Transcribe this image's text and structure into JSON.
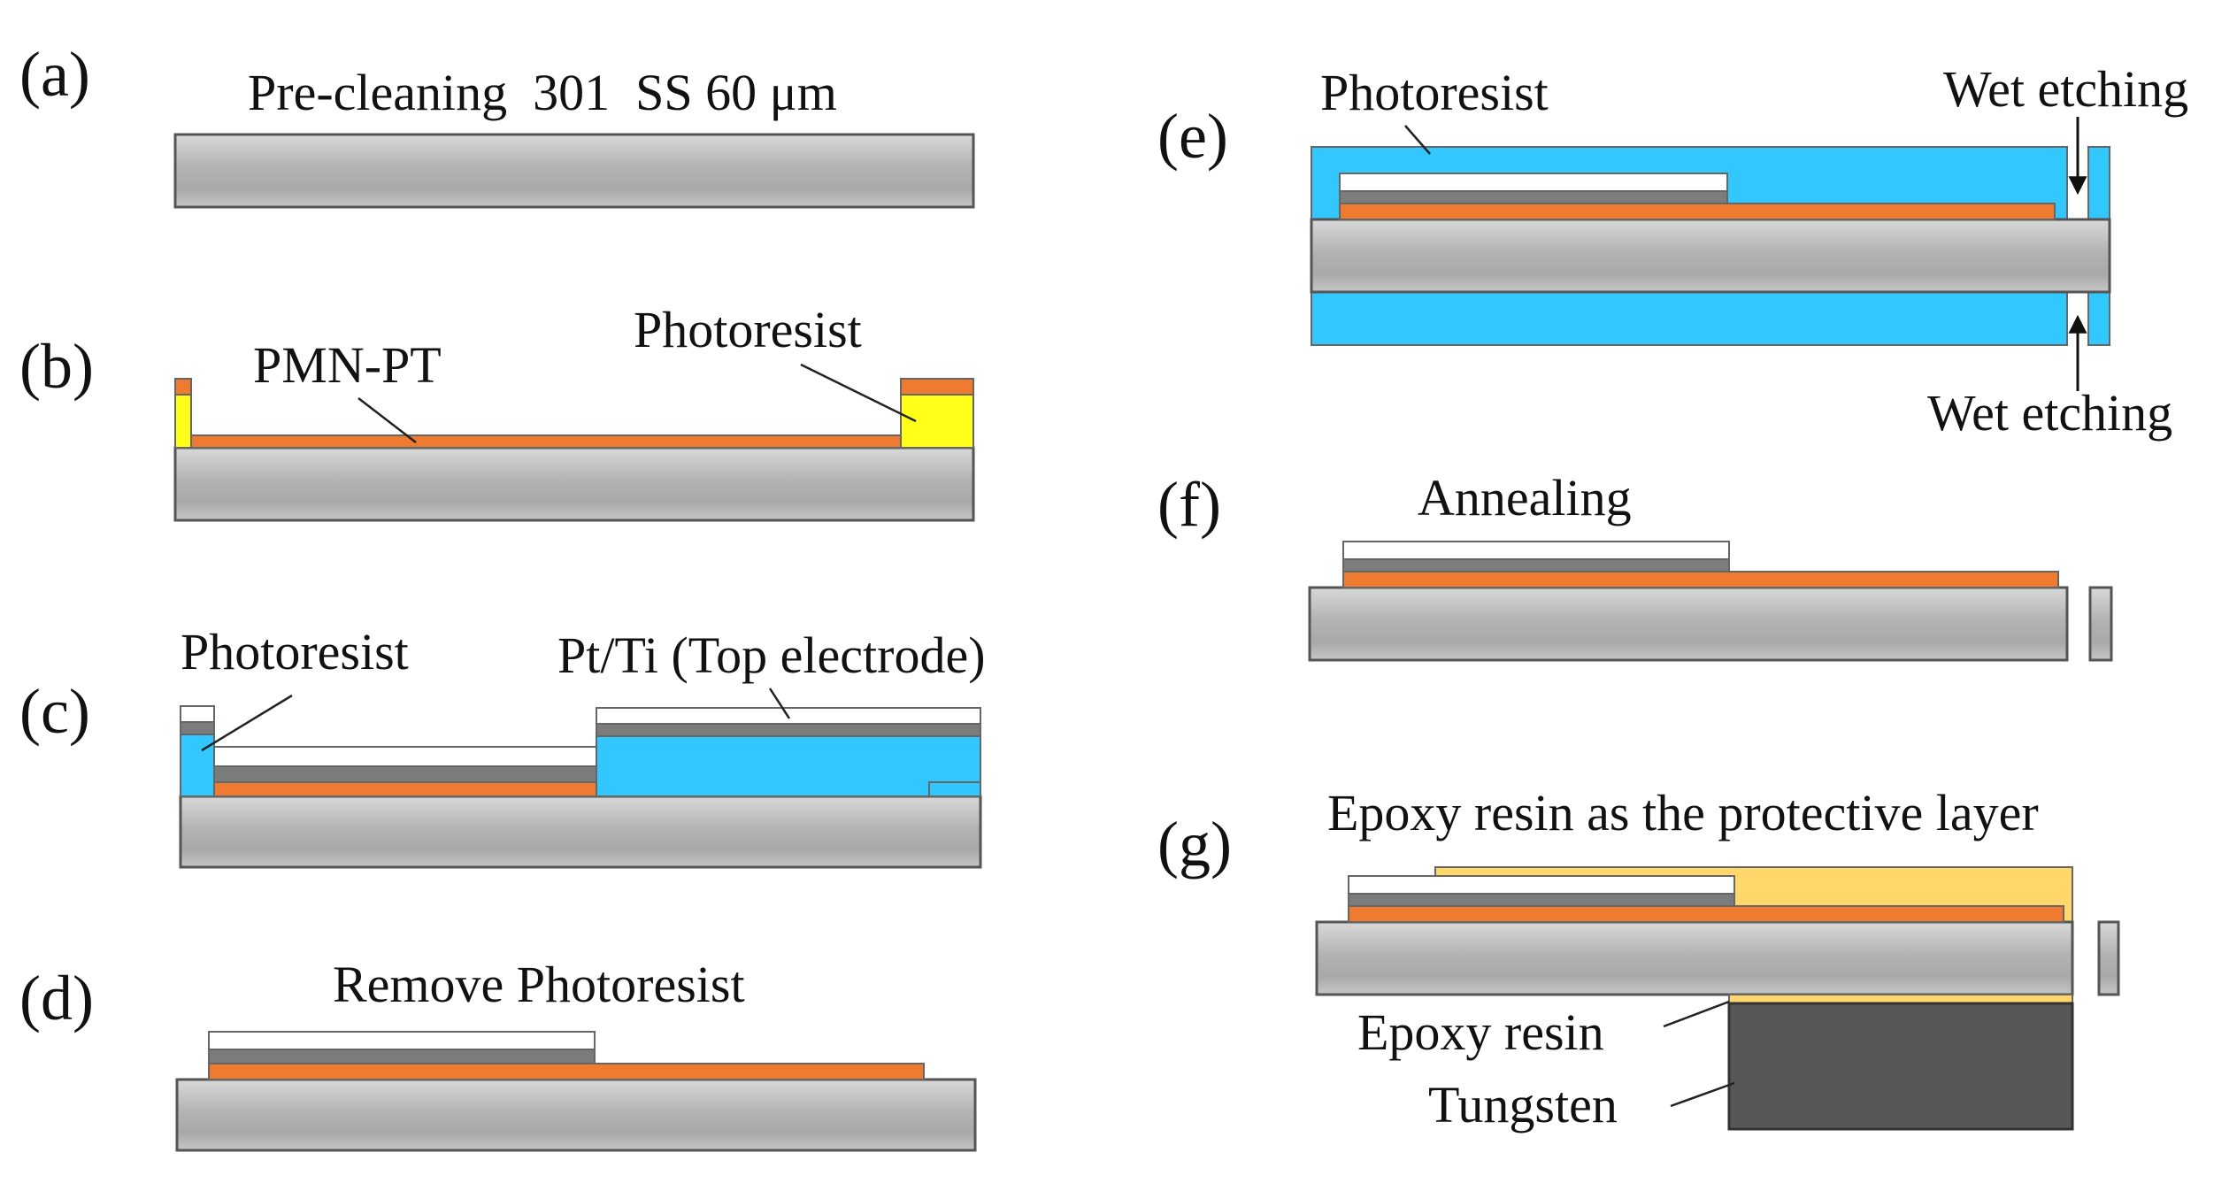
{
  "figure": {
    "colors": {
      "steel": "#b8b8b8",
      "pmn_pt": "#ee7b2f",
      "photoresist_yellow": "#ffff1a",
      "photoresist_blue": "#33c7ff",
      "electrode": "#ffffff",
      "titanium": "#7c7c7c",
      "epoxy": "#ffd76a",
      "tungsten": "#575757"
    },
    "steps": [
      {
        "id": "a",
        "label": "(a)",
        "captions": [
          "Pre-cleaning  301  SS 60 μm"
        ]
      },
      {
        "id": "b",
        "label": "(b)",
        "captions": [
          "PMN-PT",
          "Photoresist"
        ]
      },
      {
        "id": "c",
        "label": "(c)",
        "captions": [
          "Photoresist",
          "Pt/Ti (Top electrode)"
        ]
      },
      {
        "id": "d",
        "label": "(d)",
        "captions": [
          "Remove Photoresist"
        ]
      },
      {
        "id": "e",
        "label": "(e)",
        "captions": [
          "Photoresist",
          "Wet etching",
          "Wet etching"
        ]
      },
      {
        "id": "f",
        "label": "(f)",
        "captions": [
          "Annealing"
        ]
      },
      {
        "id": "g",
        "label": "(g)",
        "captions": [
          "Epoxy resin as the protective layer",
          "Epoxy resin",
          "Tungsten"
        ]
      }
    ]
  }
}
